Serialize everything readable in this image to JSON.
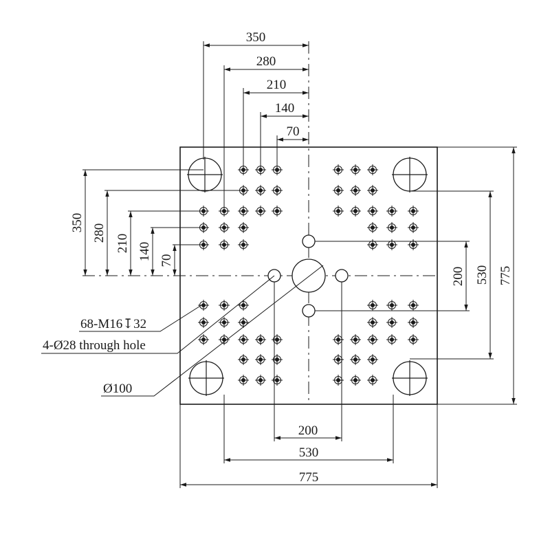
{
  "top_dims": [
    "350",
    "280",
    "210",
    "140",
    "70"
  ],
  "left_dims": [
    "350",
    "280",
    "210",
    "140",
    "70"
  ],
  "right_dims": [
    "200",
    "530",
    "775"
  ],
  "bottom_dims": [
    "200",
    "530",
    "775"
  ],
  "callouts": {
    "tapped_holes": "68-M16↧32",
    "through_holes": "4-Ø28 through hole",
    "center_hole": "Ø100"
  }
}
